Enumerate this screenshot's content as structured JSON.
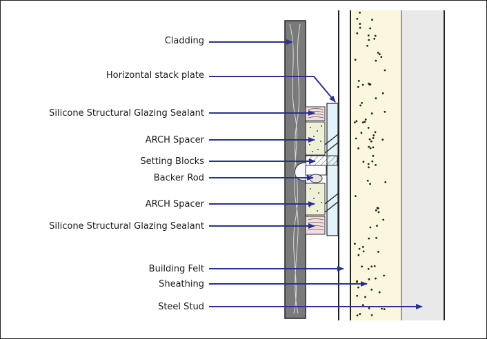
{
  "diagram": {
    "labels": {
      "cladding": "Cladding",
      "horizontal_stack_plate": "Horizontal stack plate",
      "sealant_top": "Silicone Structural Glazing Sealant",
      "arch_spacer_top": "ARCH Spacer",
      "setting_blocks": "Setting Blocks",
      "backer_rod": "Backer Rod",
      "arch_spacer_bottom": "ARCH Spacer",
      "sealant_bottom": "Silicone Structural Glazing Sealant",
      "building_felt": "Building Felt",
      "sheathing": "Sheathing",
      "steel_stud": "Steel Stud"
    },
    "colors": {
      "arrow": "#2b2f8f",
      "cladding": "#7a7a7a",
      "sheathing": "#fbf7dc",
      "stud": "#e9e9e9",
      "glass": "#e3f3fb",
      "sealant": "#f3dede",
      "spacer": "#eef0d8"
    }
  }
}
